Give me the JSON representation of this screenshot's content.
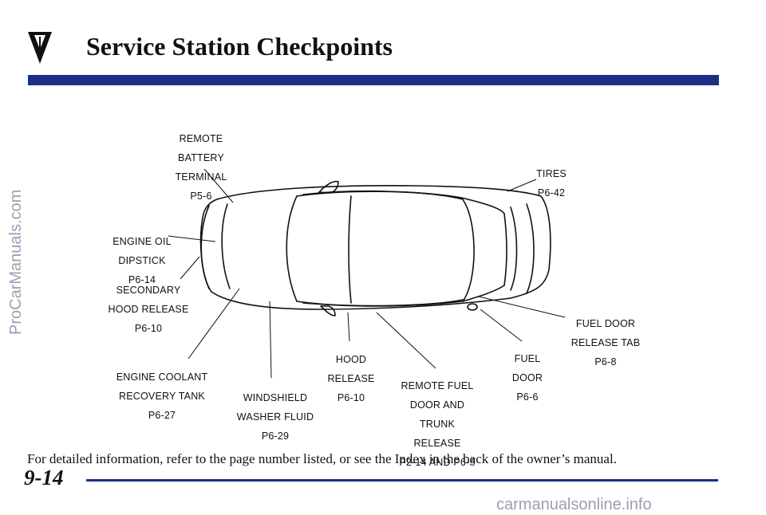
{
  "header": {
    "title": "Service Station Checkpoints"
  },
  "labels": {
    "remote_battery": {
      "lines": [
        "REMOTE",
        "BATTERY",
        "TERMINAL",
        "P5-6"
      ]
    },
    "tires": {
      "lines": [
        "TIRES",
        "P6-42"
      ]
    },
    "engine_oil": {
      "lines": [
        "ENGINE OIL",
        "DIPSTICK",
        "P6-14"
      ]
    },
    "secondary_hood": {
      "lines": [
        "SECONDARY",
        "HOOD RELEASE",
        "P6-10"
      ]
    },
    "fuel_door_release_tab": {
      "lines": [
        "FUEL DOOR",
        "RELEASE TAB",
        "P6-8"
      ]
    },
    "fuel_door": {
      "lines": [
        "FUEL",
        "DOOR",
        "P6-6"
      ]
    },
    "hood_release": {
      "lines": [
        "HOOD",
        "RELEASE",
        "P6-10"
      ]
    },
    "engine_coolant": {
      "lines": [
        "ENGINE COOLANT",
        "RECOVERY TANK",
        "P6-27"
      ]
    },
    "windshield_washer": {
      "lines": [
        "WINDSHIELD",
        "WASHER FLUID",
        "P6-29"
      ]
    },
    "remote_fuel_door": {
      "lines": [
        "REMOTE FUEL",
        "DOOR AND",
        "TRUNK",
        "RELEASE",
        "P2-14 AND P6-5"
      ]
    }
  },
  "footer": {
    "note": "For detailed information, refer to the page number listed, or see the Index in the back of the owner’s manual.",
    "page_number": "9-14"
  },
  "watermarks": {
    "left": "ProCarManuals.com",
    "bottom": "carmanualsonline.info"
  },
  "colors": {
    "accent_bar": "#1c2f86"
  }
}
